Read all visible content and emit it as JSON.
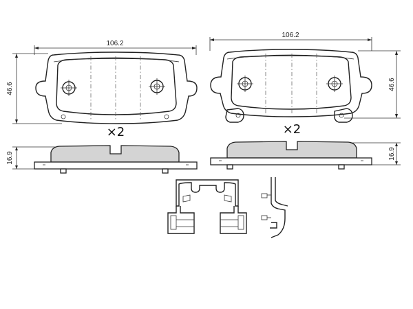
{
  "dimensions": {
    "left_width": "106.2",
    "right_width": "106.2",
    "left_height": "46.6",
    "right_height": "46.6",
    "left_thickness": "16.9",
    "right_thickness": "16.9"
  },
  "quantities": {
    "left": "×2",
    "right": "×2"
  },
  "colors": {
    "line": "#222222",
    "pad_friction_fill": "#d4d4d4",
    "background": "#ffffff"
  }
}
